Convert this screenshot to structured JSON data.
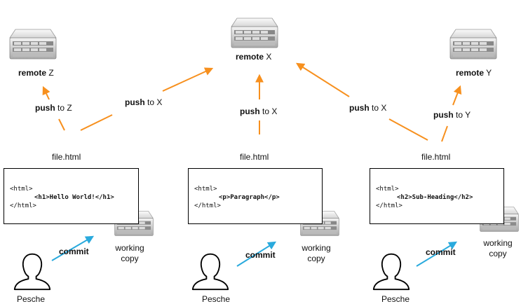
{
  "remotes": {
    "z": {
      "bold": "remote",
      "name": " Z"
    },
    "x": {
      "bold": "remote",
      "name": " X"
    },
    "y": {
      "bold": "remote",
      "name": " Y"
    }
  },
  "push_labels": {
    "left_z": {
      "bold": "push",
      "rest": " to Z"
    },
    "left_x": {
      "bold": "push",
      "rest": " to X"
    },
    "mid_x": {
      "bold": "push",
      "rest": " to X"
    },
    "right_x": {
      "bold": "push",
      "rest": " to X"
    },
    "right_y": {
      "bold": "push",
      "rest": " to Y"
    }
  },
  "columns": [
    {
      "file": "file.html",
      "code": [
        "<html>",
        "<h1>Hello World!</h1>",
        "</html>"
      ],
      "commit": "commit",
      "working_copy": [
        "working",
        "copy"
      ],
      "person": "Pesche"
    },
    {
      "file": "file.html",
      "code": [
        "<html>",
        "<p>Paragraph</p>",
        "</html>"
      ],
      "commit": "commit",
      "working_copy": [
        "working",
        "copy"
      ],
      "person": "Pesche"
    },
    {
      "file": "file.html",
      "code": [
        "<html>",
        "<h2>Sub-Heading</h2>",
        "</html>"
      ],
      "commit": "commit",
      "working_copy": [
        "working",
        "copy"
      ],
      "person": "Pesche"
    }
  ],
  "colors": {
    "push_arrow": "#f7901e",
    "commit_arrow": "#2aaadd",
    "server_body": "#c8c8c8",
    "server_top": "#eeeeee"
  },
  "icons": {
    "server": "server-icon",
    "person": "person-silhouette-icon"
  }
}
